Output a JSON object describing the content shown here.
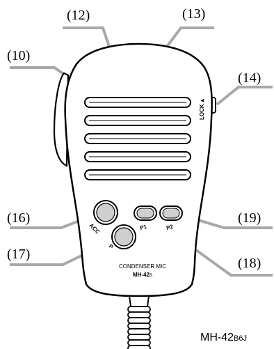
{
  "callouts": {
    "c10": "(10)",
    "c12": "(12)",
    "c13": "(13)",
    "c14": "(14)",
    "c16": "(16)",
    "c17": "(17)",
    "c18": "(18)",
    "c19": "(19)"
  },
  "mic": {
    "lock_label": "LOCK",
    "lock_arrow": "▲",
    "acc_label": "ACC",
    "p_label": "P",
    "p1_label": "P1",
    "p2_label": "P2",
    "condenser_label": "CONDENSER MIC",
    "model_label": "MH-42",
    "model_suffix": "B"
  },
  "figure": {
    "model_main": "MH-42",
    "model_sub": "B6J"
  },
  "colors": {
    "callout_line": "#a8a8a8",
    "button_fill": "#cfcfcf",
    "outline": "#000000"
  }
}
